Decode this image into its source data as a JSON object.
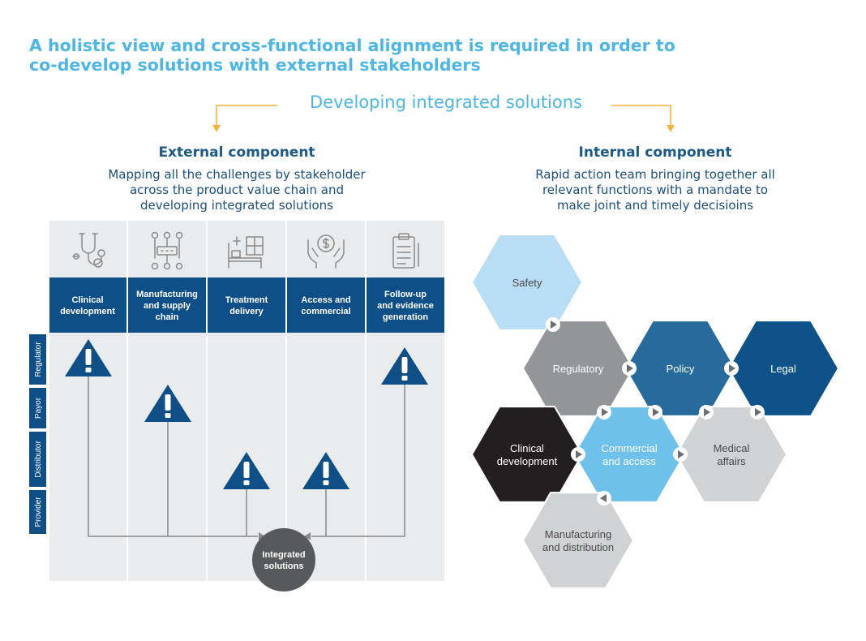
{
  "title_lines": [
    "A holistic view and cross-functional alignment is required in order to",
    "co-develop solutions with external stakeholders"
  ],
  "subtitle": "Developing integrated solutions",
  "external": {
    "title": "External component",
    "description_lines": [
      "Mapping all the challenges by stakeholder",
      "across the product value chain and",
      "developing integrated solutions"
    ],
    "columns": [
      {
        "icon": "stethoscope-icon",
        "lines": [
          "Clinical",
          "development"
        ]
      },
      {
        "icon": "supply-chain-network-icon",
        "lines": [
          "Manufacturing",
          "and supply",
          "chain"
        ]
      },
      {
        "icon": "hospital-bed-icon",
        "lines": [
          "Treatment",
          "delivery"
        ]
      },
      {
        "icon": "money-in-hands-icon",
        "lines": [
          "Access and",
          "commercial"
        ]
      },
      {
        "icon": "clipboard-icon",
        "lines": [
          "Follow-up",
          "and evidence",
          "generation"
        ]
      }
    ],
    "rows": [
      "Regulator",
      "Payor",
      "Distributor",
      "Provider"
    ],
    "warnings": [
      {
        "column": 1,
        "row": "Regulator"
      },
      {
        "column": 2,
        "row": "Payor"
      },
      {
        "column": 3,
        "row": "Distributor"
      },
      {
        "column": 4,
        "row": "Distributor"
      },
      {
        "column": 5,
        "row": "Regulator"
      }
    ],
    "hub_lines": [
      "Integrated",
      "solutions"
    ]
  },
  "internal": {
    "title": "Internal component",
    "description_lines": [
      "Rapid action team bringing together all",
      "relevant functions with a mandate to",
      "make joint and timely decisioins"
    ],
    "hexagons": [
      {
        "lines": [
          "Safety"
        ],
        "color": "#b9ddf5",
        "text_color": "#4a4a4a"
      },
      {
        "lines": [
          "Regulatory"
        ],
        "color": "#939598",
        "text_color": "#ffffff"
      },
      {
        "lines": [
          "Policy"
        ],
        "color": "#266b9b",
        "text_color": "#ffffff"
      },
      {
        "lines": [
          "Legal"
        ],
        "color": "#0d5288",
        "text_color": "#ffffff"
      },
      {
        "lines": [
          "Clinical",
          "development"
        ],
        "color": "#231f20",
        "text_color": "#ffffff"
      },
      {
        "lines": [
          "Commercial",
          "and access"
        ],
        "color": "#6ec1ea",
        "text_color": "#ffffff"
      },
      {
        "lines": [
          "Medical",
          "affairs"
        ],
        "color": "#d1d2d4",
        "text_color": "#4a4a4a"
      },
      {
        "lines": [
          "Manufacturing",
          "and distribution"
        ],
        "color": "#d1d2d4",
        "text_color": "#4a4a4a"
      }
    ]
  },
  "colors": {
    "title_blue": "#4db6e8",
    "header_navy": "#0d4f86",
    "panel_gray": "#eaebec",
    "line_gray": "#8a8a8a",
    "arrow_orange": "#f4b43c",
    "hub_gray": "#58595b"
  }
}
